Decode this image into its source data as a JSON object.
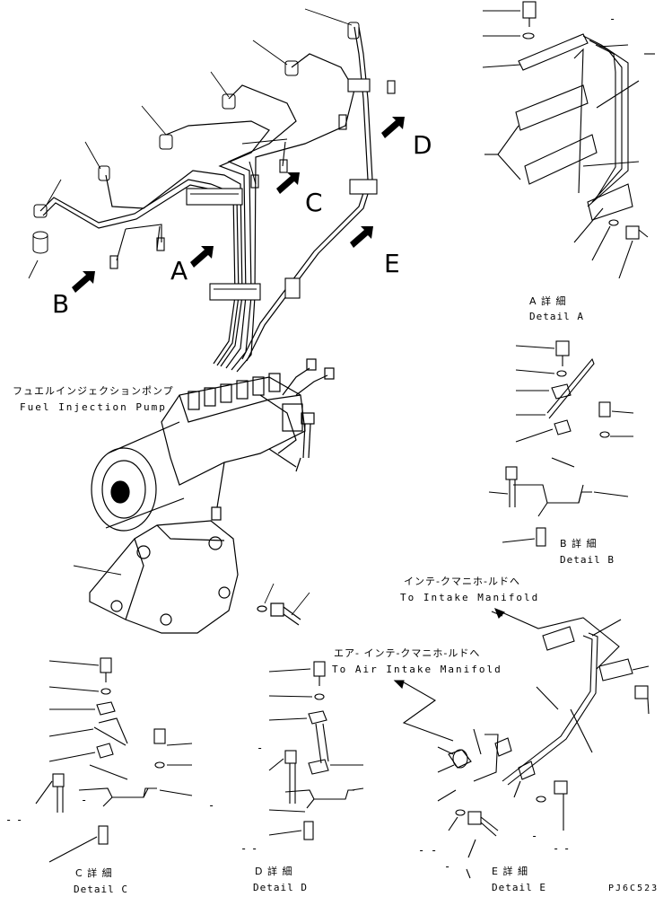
{
  "callouts": {
    "A": "A",
    "B": "B",
    "C": "C",
    "D": "D",
    "E": "E"
  },
  "pump": {
    "jp": "フュエルインジェクションポンプ",
    "en": "Fuel Injection Pump"
  },
  "details": {
    "A": {
      "jp": "A 詳 細",
      "en": "Detail A"
    },
    "B": {
      "jp": "B 詳 細",
      "en": "Detail B"
    },
    "C": {
      "jp": "C 詳 細",
      "en": "Detail C"
    },
    "D": {
      "jp": "D 詳 細",
      "en": "Detail D"
    },
    "E": {
      "jp": "E 詳 細",
      "en": "Detail E"
    }
  },
  "intake": {
    "jp": "インテ-クマニホ-ルドへ",
    "en": "To Intake Manifold"
  },
  "air_intake": {
    "jp": "エア- インテ-クマニホ-ルドへ",
    "en": "To Air Intake Manifold"
  },
  "drawing_code": "PJ6C523",
  "dash": "-"
}
